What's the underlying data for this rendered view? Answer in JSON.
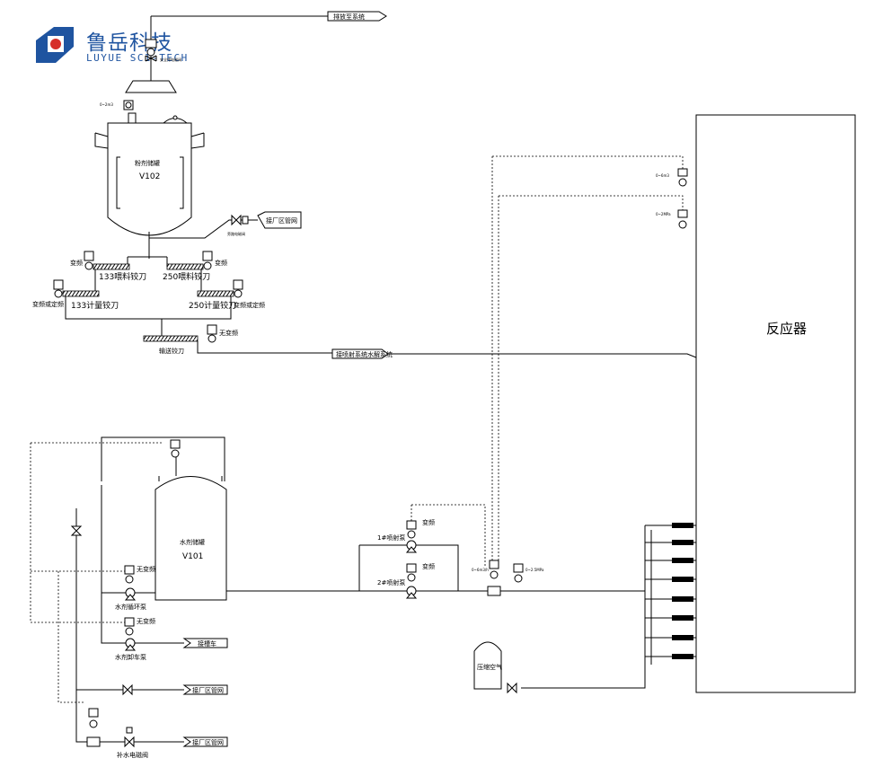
{
  "logo": {
    "cn": "鲁岳科技",
    "en": "LUYUE SCI-TECH",
    "colors": {
      "blue": "#1f54a0",
      "red": "#d62f2a"
    }
  },
  "labels": {
    "to_exhaust": "排放至系统",
    "exhaust_valve": "安全排电磁阀",
    "v102_name": "粉剂储罐",
    "v102_tag": "V102",
    "to_factory_1": "接厂区管网",
    "bypass_valve": "旁路电磁阀",
    "vfd_l1": "变频",
    "vfd_r1": "变频",
    "feeder_133": "133喂料铰刀",
    "feeder_250": "250喂料铰刀",
    "vfd_fixed_l": "变频或定频",
    "vfd_fixed_r": "变频或定频",
    "meter_133": "133计量铰刀",
    "meter_250": "250计量铰刀",
    "no_vfd_1": "无变频",
    "conveyor": "输送铰刀",
    "to_hydrolysis": "接喷射系统水解系统",
    "reactor": "反应器",
    "v101_name": "水剂储罐",
    "v101_tag": "V101",
    "no_vfd_2": "无变频",
    "water_circ_pump": "水剂循环泵",
    "no_vfd_3": "无变频",
    "to_tank_truck": "接槽车",
    "water_unload_pump": "水剂卸车泵",
    "to_factory_2": "接厂区管网",
    "to_factory_3": "接厂区管网",
    "makeup_valve": "补水电磁阀",
    "pump1": "1#喷射泵",
    "pump2": "2#喷射泵",
    "vfd_p1": "变频",
    "vfd_p2": "变频",
    "compressed_air": "压缩空气",
    "flow_range": "0~6m3/h",
    "pressure_range": "0~2.5MPa",
    "range_a": "0~2m3",
    "range_b": "0~6m3",
    "range_c": "0~2MPa"
  }
}
